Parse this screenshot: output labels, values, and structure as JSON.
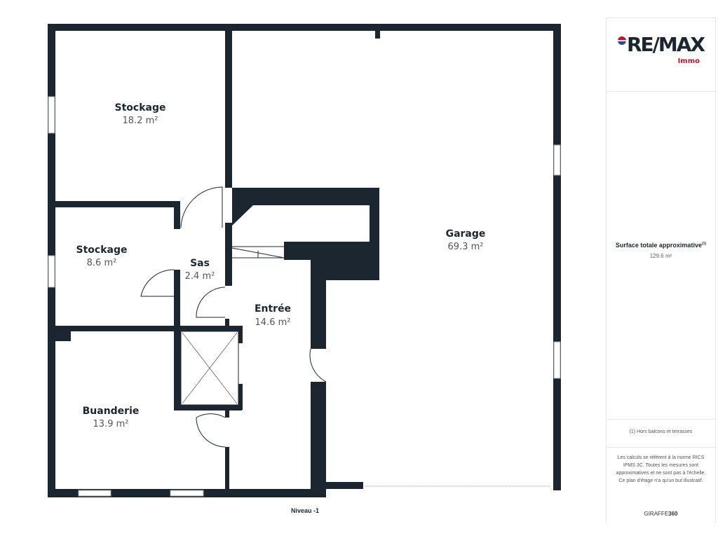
{
  "rooms": [
    {
      "name": "Stockage",
      "area": "18.2 m²"
    },
    {
      "name": "Stockage",
      "area": "8.6 m²"
    },
    {
      "name": "Sas",
      "area": "2.4 m²"
    },
    {
      "name": "Entrée",
      "area": "14.6 m²"
    },
    {
      "name": "Buanderie",
      "area": "13.9 m²"
    },
    {
      "name": "Garage",
      "area": "69.3 m²"
    }
  ],
  "level_label": "Niveau -1",
  "panel": {
    "logo": "RE/MAX",
    "logo_sub": "Immo",
    "total_label": "Surface totale approximative",
    "total_sup": "(1)",
    "total_value": "129.6 m²",
    "footnote": "(1) Hors balcons et terrasses",
    "disclaimer": "Les calculs se réfèrent à la norme RICS IPMS 3C. Toutes les mesures sont approximatives et ne sont pas à l'échelle. Ce plan d'étage n'a qu'un but illustratif.",
    "brand_a": "GIRAFFE",
    "brand_b": "360"
  },
  "colors": {
    "wall": "#1c2630",
    "accent": "#c8102e"
  }
}
